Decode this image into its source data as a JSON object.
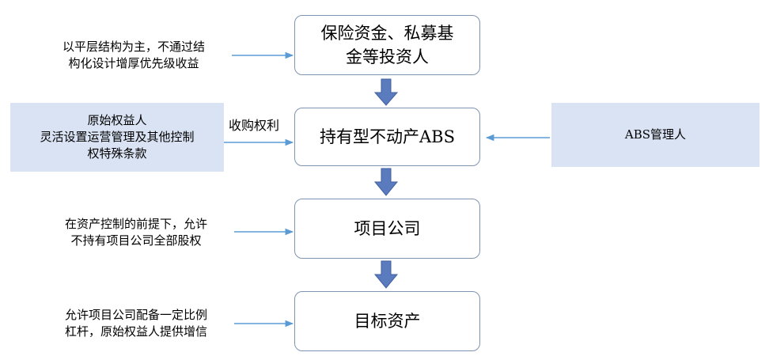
{
  "nodes": {
    "investors": [
      "保险资金、私募基",
      "金等投资人"
    ],
    "abs": "持有型不动产ABS",
    "project_company": "项目公司",
    "target_asset": "目标资产"
  },
  "notes": {
    "structure": [
      "以平层结构为主，不通过结",
      "构化设计增厚优先级收益"
    ],
    "originator": [
      "原始权益人",
      "灵活设置运营管理及其他控制",
      "权特殊条款"
    ],
    "manager": "ABS管理人",
    "equity_control": [
      "在资产控制的前提下，允许",
      "不持有项目公司全部股权"
    ],
    "leverage": [
      "允许项目公司配备一定比例",
      "杠杆，原始权益人提供增信"
    ]
  },
  "edge_labels": {
    "purchase_right": "收购权利"
  },
  "colors": {
    "box_border": "#7f93b3",
    "note_fill": "#dae3f3",
    "down_arrow": "#5b7bbf",
    "side_arrow": "#5b9bd5"
  }
}
